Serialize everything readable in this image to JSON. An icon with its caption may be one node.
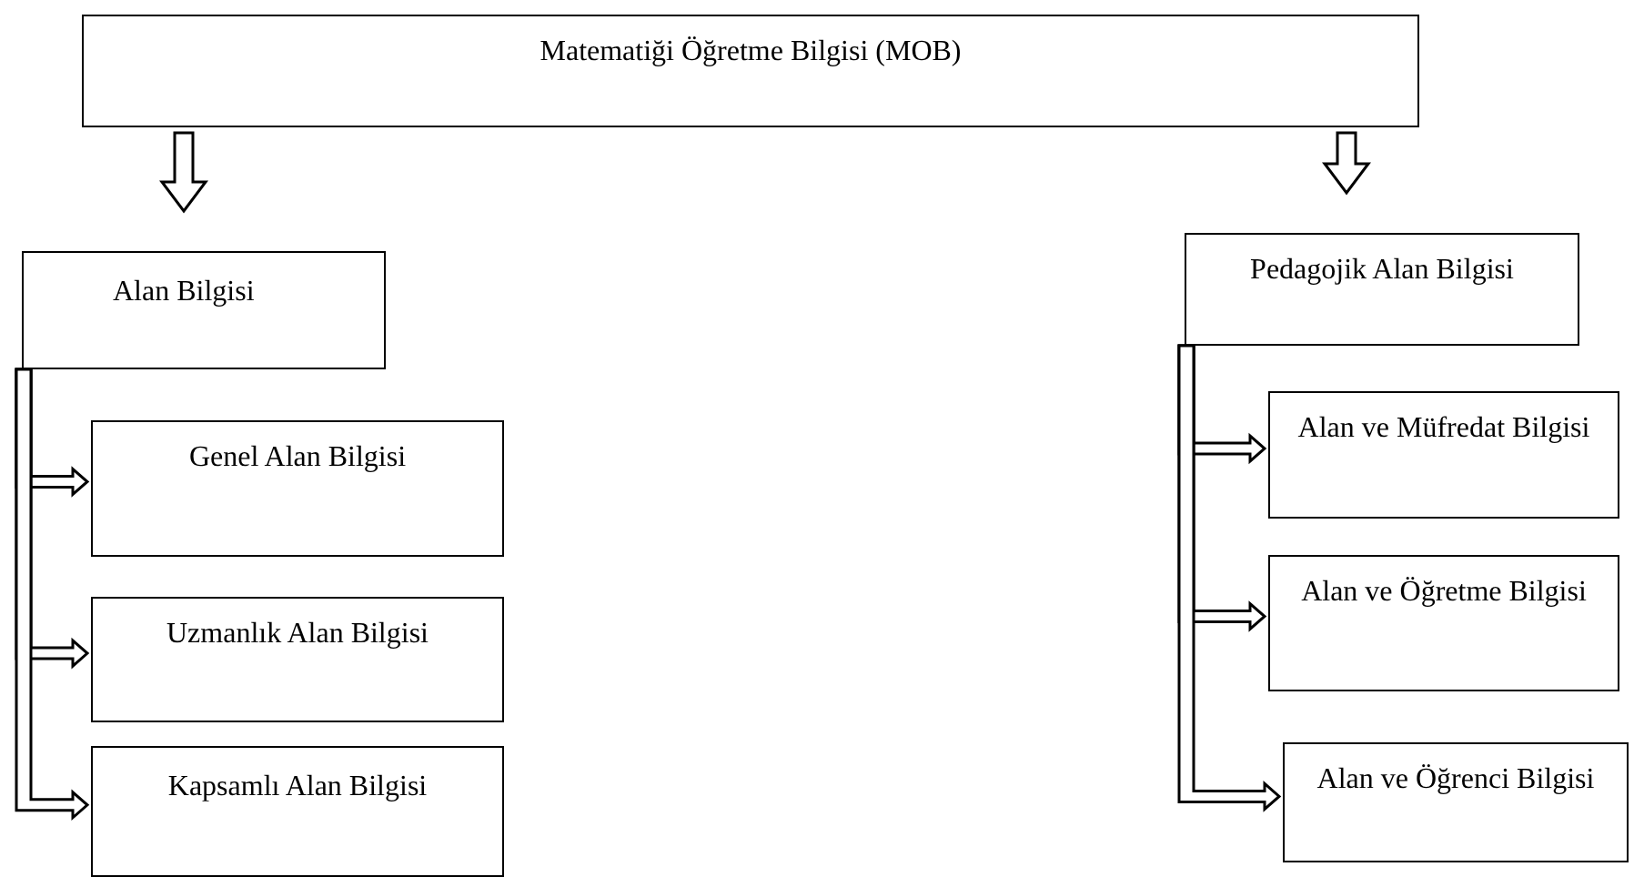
{
  "diagram": {
    "nodes": [
      {
        "text": [
          "Matematiği Öğretme Bilgisi (MOB)"
        ]
      },
      {
        "text": [
          "Alan Bilgisi"
        ]
      },
      {
        "text": [
          "Pedagojik Alan Bilgisi"
        ]
      },
      {
        "text": [
          "Genel Alan Bilgisi"
        ]
      },
      {
        "text": [
          "Uzmanlık Alan Bilgisi"
        ]
      },
      {
        "text": [
          "Kapsamlı Alan Bilgisi"
        ]
      },
      {
        "text": [
          "Alan ve Müfredat Bilgisi"
        ]
      },
      {
        "text": [
          "Alan ve Öğretme Bilgisi"
        ]
      },
      {
        "text": [
          "Alan ve Öğrenci Bilgisi"
        ]
      }
    ],
    "edges": [
      {
        "from": 0,
        "to": 1,
        "arrow": "to"
      },
      {
        "from": 0,
        "to": 2,
        "arrow": "to"
      },
      {
        "from": 1,
        "to": 3,
        "arrow": "to"
      },
      {
        "from": 1,
        "to": 4,
        "arrow": "to"
      },
      {
        "from": 1,
        "to": 5,
        "arrow": "to"
      },
      {
        "from": 2,
        "to": 6,
        "arrow": "to"
      },
      {
        "from": 2,
        "to": 7,
        "arrow": "to"
      },
      {
        "from": 2,
        "to": 8,
        "arrow": "to"
      }
    ]
  }
}
